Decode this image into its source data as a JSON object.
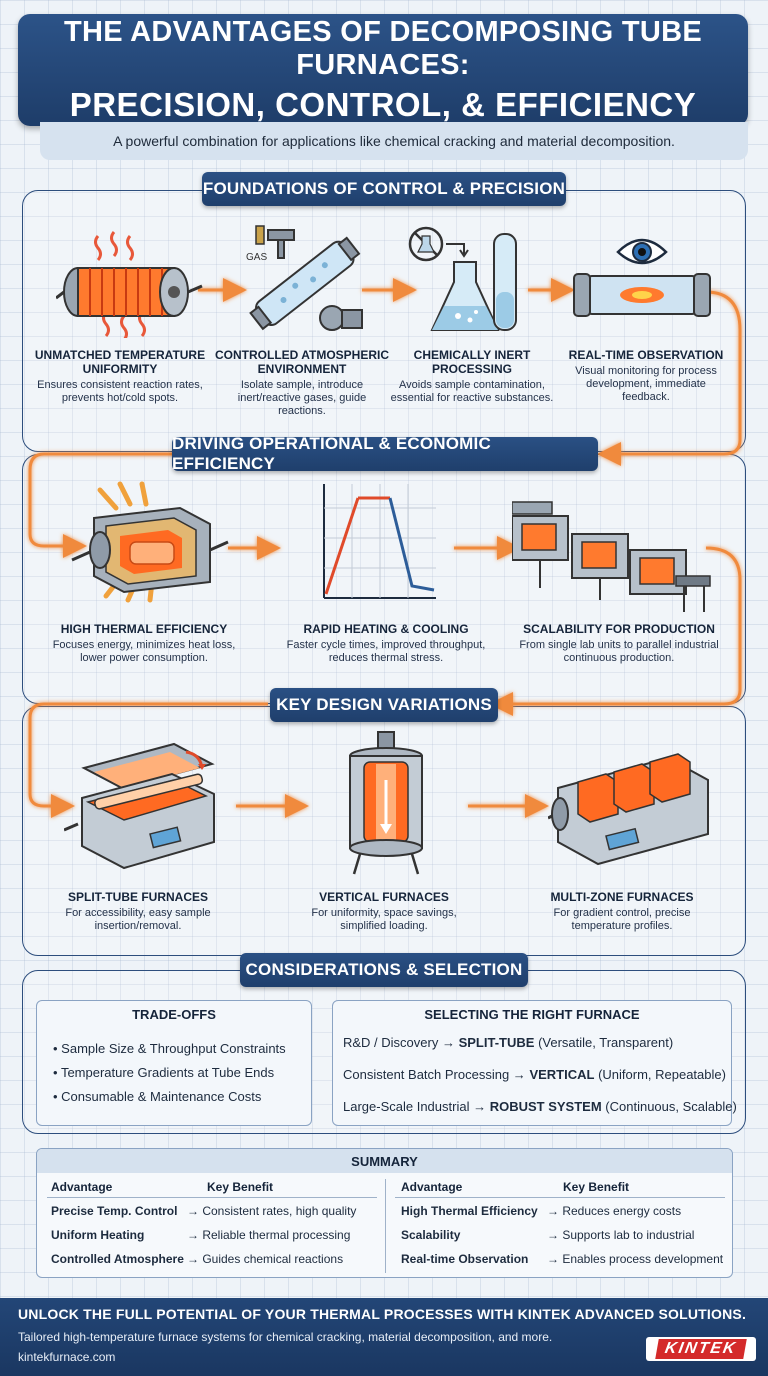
{
  "header": {
    "title_line1": "THE ADVANTAGES OF DECOMPOSING TUBE FURNACES:",
    "title_line2": "PRECISION, CONTROL, & EFFICIENCY",
    "subtitle": "A powerful combination for applications like chemical cracking and material decomposition."
  },
  "section1": {
    "heading": "FOUNDATIONS OF CONTROL & PRECISION",
    "items": [
      {
        "title": "UNMATCHED TEMPERATURE UNIFORMITY",
        "desc": "Ensures consistent reaction rates, prevents hot/cold spots.",
        "icon": "heated-tube-icon"
      },
      {
        "title": "CONTROLLED ATMOSPHERIC ENVIRONMENT",
        "desc": "Isolate sample, introduce inert/reactive gases, guide reactions.",
        "icon": "gas-tube-icon",
        "icon_label": "GAS"
      },
      {
        "title": "CHEMICALLY INERT PROCESSING",
        "desc": "Avoids sample contamination, essential for reactive substances.",
        "icon": "flask-icon"
      },
      {
        "title": "REAL-TIME OBSERVATION",
        "desc": "Visual monitoring for process development, immediate feedback.",
        "icon": "eye-tube-icon"
      }
    ]
  },
  "section2": {
    "heading": "DRIVING OPERATIONAL & ECONOMIC EFFICIENCY",
    "items": [
      {
        "title": "HIGH THERMAL EFFICIENCY",
        "desc": "Focuses energy, minimizes heat loss, lower power consumption.",
        "icon": "insulated-furnace-icon"
      },
      {
        "title": "RAPID HEATING & COOLING",
        "desc": "Faster cycle times, improved throughput, reduces thermal stress.",
        "icon": "temperature-profile-icon"
      },
      {
        "title": "SCALABILITY FOR PRODUCTION",
        "desc": "From single lab units to parallel industrial continuous production.",
        "icon": "furnace-line-icon"
      }
    ]
  },
  "section3": {
    "heading": "KEY DESIGN VARIATIONS",
    "items": [
      {
        "title": "SPLIT-TUBE FURNACES",
        "desc": "For accessibility, easy sample insertion/removal.",
        "icon": "split-tube-furnace-icon"
      },
      {
        "title": "VERTICAL FURNACES",
        "desc": "For uniformity, space savings, simplified loading.",
        "icon": "vertical-furnace-icon"
      },
      {
        "title": "MULTI-ZONE FURNACES",
        "desc": "For gradient control, precise temperature profiles.",
        "icon": "multi-zone-furnace-icon"
      }
    ]
  },
  "section4": {
    "heading": "CONSIDERATIONS & SELECTION",
    "tradeoffs": {
      "title": "TRADE-OFFS",
      "bullets": [
        "Sample Size & Throughput Constraints",
        "Temperature Gradients at Tube Ends",
        "Consumable & Maintenance Costs"
      ]
    },
    "selecting": {
      "title": "SELECTING THE RIGHT FURNACE",
      "rows": [
        {
          "use": "R&D / Discovery →",
          "choice": "SPLIT-TUBE",
          "detail": "(Versatile, Transparent)"
        },
        {
          "use": "Consistent Batch Processing →",
          "choice": "VERTICAL",
          "detail": "(Uniform, Repeatable)"
        },
        {
          "use": "Large-Scale Industrial →",
          "choice": "ROBUST SYSTEM",
          "detail": "(Continuous, Scalable)"
        }
      ]
    }
  },
  "summary": {
    "title": "SUMMARY",
    "col_advantage": "Advantage",
    "col_benefit": "Key Benefit",
    "left_rows": [
      {
        "advantage": "Precise Temp. Control",
        "benefit": "→ Consistent rates, high quality"
      },
      {
        "advantage": "Uniform Heating",
        "benefit": "→ Reliable thermal processing"
      },
      {
        "advantage": "Controlled Atmosphere",
        "benefit": "→ Guides chemical reactions"
      }
    ],
    "right_rows": [
      {
        "advantage": "High Thermal Efficiency",
        "benefit": "→ Reduces energy costs"
      },
      {
        "advantage": "Scalability",
        "benefit": "→ Supports lab to industrial"
      },
      {
        "advantage": "Real-time Observation",
        "benefit": "→ Enables process development"
      }
    ]
  },
  "footer": {
    "headline": "UNLOCK THE FULL POTENTIAL OF YOUR THERMAL PROCESSES WITH KINTEK ADVANCED SOLUTIONS.",
    "tagline": "Tailored high-temperature furnace systems for chemical cracking, material decomposition, and more.",
    "url": "kintekfurnace.com",
    "logo": "KINTEK"
  },
  "colors": {
    "navy": "#1f3f6c",
    "flow_orange": "#f08a3c",
    "heat": "#ff5a1f",
    "logo_red": "#d42a2a"
  }
}
